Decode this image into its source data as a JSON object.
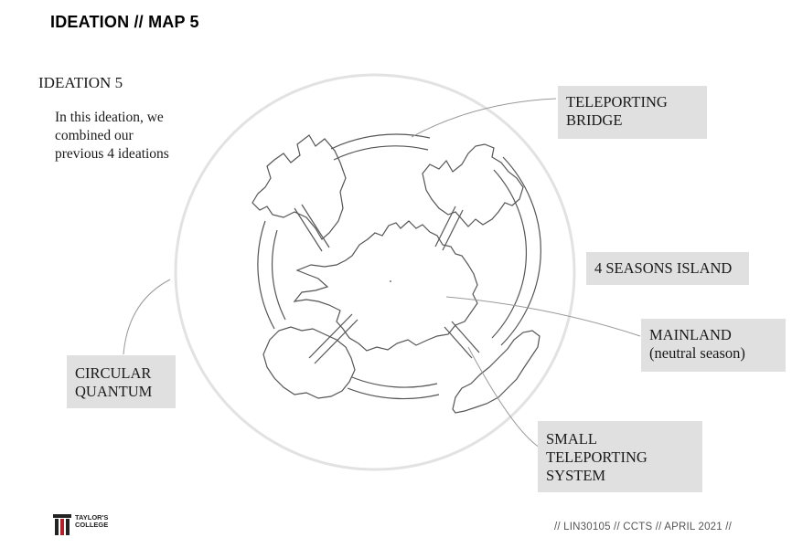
{
  "title": "IDEATION // MAP 5",
  "ideation": {
    "heading": "IDEATION 5",
    "description": [
      "In this ideation, we",
      "combined our",
      "previous 4 ideations"
    ]
  },
  "labels": {
    "teleporting_bridge": [
      "TELEPORTING",
      "BRIDGE"
    ],
    "four_seasons_island": [
      "4 SEASONS ISLAND"
    ],
    "mainland": [
      "MAINLAND",
      "(neutral season)"
    ],
    "circular_quantum": [
      "CIRCULAR",
      "QUANTUM"
    ],
    "small_teleporting_system": [
      "SMALL",
      "TELEPORTING",
      "SYSTEM"
    ]
  },
  "footer": {
    "course_code": "// LIN30105 // CCTS // APRIL 2021 //"
  },
  "logo": {
    "line1": "TAYLOR'S",
    "line2": "COLLEGE"
  },
  "colors": {
    "label_bg": "#e0e0e0",
    "sketch_stroke": "#555555",
    "outer_circle": "#dcdcdc",
    "logo_red": "#b3202a"
  }
}
